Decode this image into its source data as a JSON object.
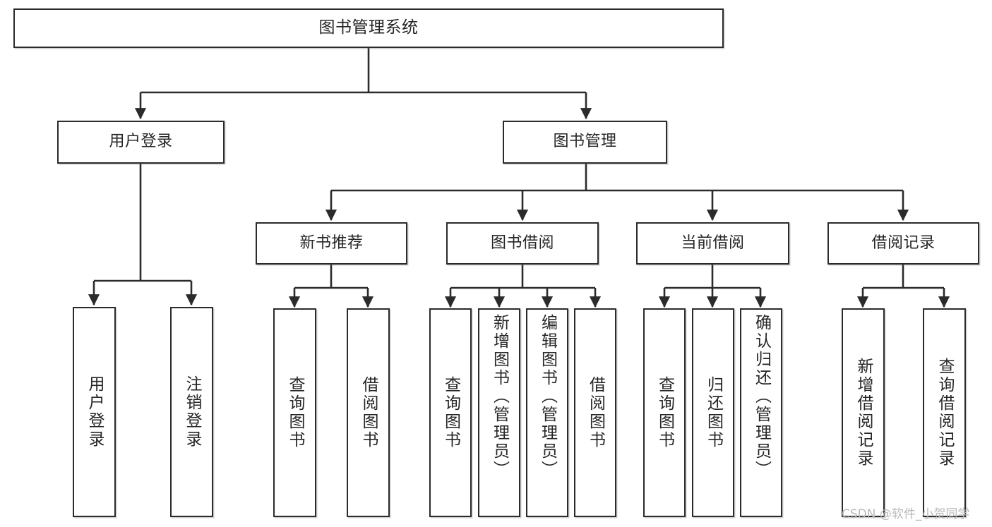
{
  "diagram": {
    "title": "图书管理系统",
    "type": "tree-hierarchy",
    "orientation": "top-down",
    "line_color": "#2b2b2b",
    "box_fill": "#ffffff",
    "text_color": "#262626"
  },
  "root": {
    "label": "图书管理系统"
  },
  "level2": [
    {
      "label": "用户登录"
    },
    {
      "label": "图书管理"
    }
  ],
  "level3": [
    {
      "label": "新书推荐"
    },
    {
      "label": "图书借阅"
    },
    {
      "label": "当前借阅"
    },
    {
      "label": "借阅记录"
    }
  ],
  "leaves": {
    "user_login": [
      {
        "label": "用户登录"
      },
      {
        "label": "注销登录"
      }
    ],
    "new_book_recommend": [
      {
        "label": "查询图书"
      },
      {
        "label": "借阅图书"
      }
    ],
    "book_borrow": [
      {
        "label": "查询图书"
      },
      {
        "label": "新增图书（管理员）"
      },
      {
        "label": "编辑图书（管理员）"
      },
      {
        "label": "借阅图书"
      }
    ],
    "current_borrow": [
      {
        "label": "查询图书"
      },
      {
        "label": "归还图书"
      },
      {
        "label": "确认归还（管理员）"
      }
    ],
    "borrow_record": [
      {
        "label": "新增借阅记录"
      },
      {
        "label": "查询借阅记录"
      }
    ]
  },
  "watermark": {
    "text": "CSDN @软件_小贺同学"
  }
}
